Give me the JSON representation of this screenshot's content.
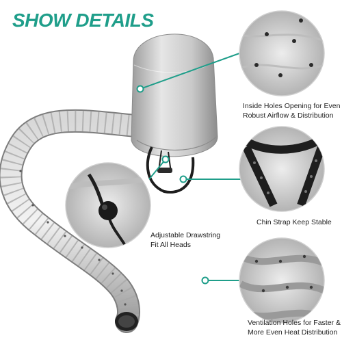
{
  "title": "SHOW DETAILS",
  "accent_color": "#1f9e8a",
  "captions": {
    "holes": {
      "line1": "Inside Holes Opening for Even",
      "line2": "Robust Airflow & Distribution"
    },
    "drawstring": {
      "line1": "Adjustable Drawstring",
      "line2": "Fit All Heads"
    },
    "strap": {
      "line1": "Chin Strap Keep Stable"
    },
    "ventilation": {
      "line1": "Ventilation Holes for Faster &",
      "line2": "More Even Heat Distribution"
    }
  },
  "icons": [
    "bonnet-cap",
    "flexible-hose",
    "drawstring-toggle",
    "chin-strap",
    "hose-detail"
  ]
}
